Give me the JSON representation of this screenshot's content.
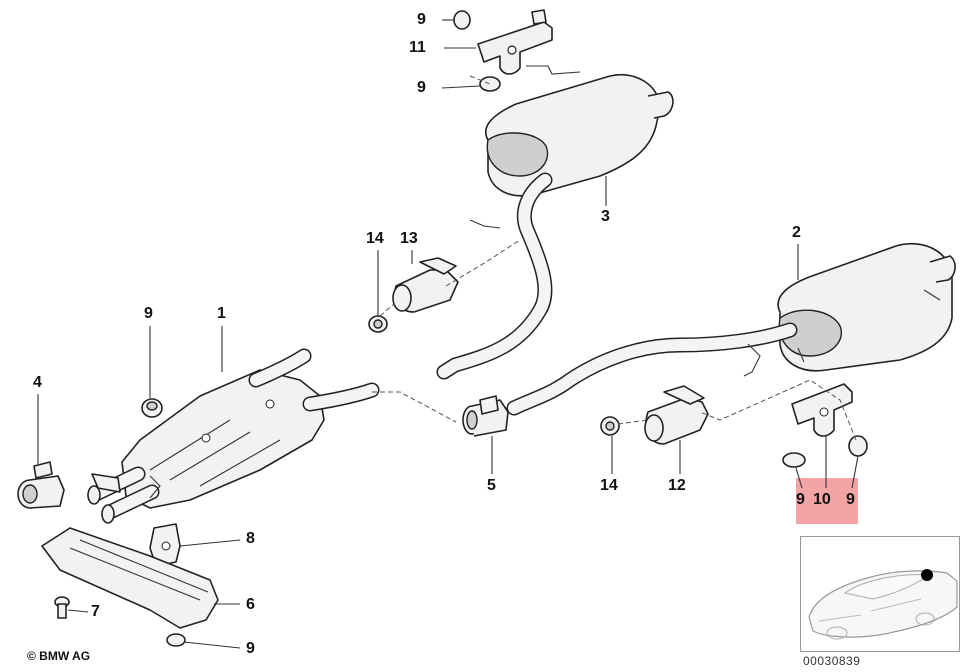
{
  "diagram": {
    "callouts": {
      "c9_top_a": "9",
      "c11": "11",
      "c9_top_b": "9",
      "c3": "3",
      "c14_left": "14",
      "c13": "13",
      "c2": "2",
      "c9_left": "9",
      "c1": "1",
      "c4": "4",
      "c5": "5",
      "c14_right": "14",
      "c12": "12",
      "c9_right_a": "9",
      "c10": "10",
      "c9_right_b": "9",
      "c8": "8",
      "c7": "7",
      "c6": "6",
      "c9_bottom": "9"
    },
    "highlighted_part": "10",
    "highlight_color": "#f4a4a4",
    "inset_marker_color": "#000000",
    "copyright": "© BMW AG",
    "doc_number": "00030839"
  }
}
